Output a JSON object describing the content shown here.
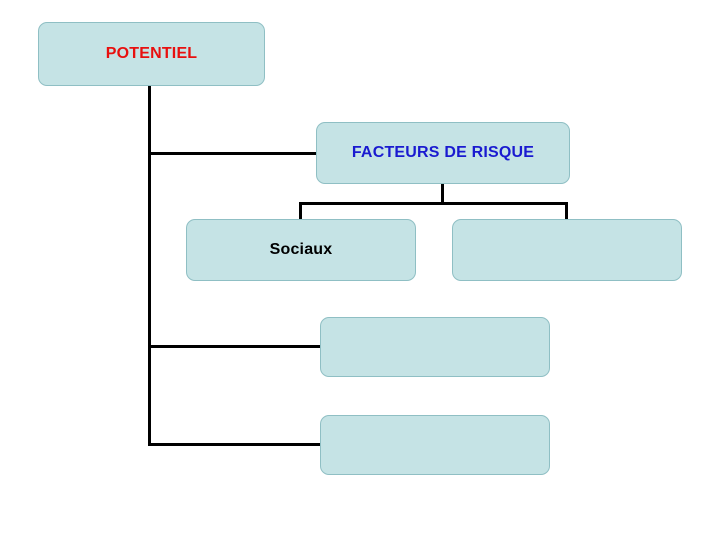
{
  "diagram": {
    "type": "tree-hierarchy",
    "background_color": "#ffffff",
    "node_fill_color": "#c5e3e5",
    "connector_color": "#000000",
    "nodes": [
      {
        "id": "potentiel",
        "label": "POTENTIEL",
        "text_color": "#e8100f"
      },
      {
        "id": "facteurs",
        "label": "FACTEURS DE RISQUE",
        "text_color": "#1a1ad0"
      },
      {
        "id": "sociaux",
        "label": "Sociaux",
        "text_color": "#000000"
      },
      {
        "id": "node-right",
        "label": "",
        "text_color": "#000000"
      },
      {
        "id": "node-mid",
        "label": "",
        "text_color": "#000000"
      },
      {
        "id": "node-low",
        "label": "",
        "text_color": "#000000"
      }
    ]
  }
}
